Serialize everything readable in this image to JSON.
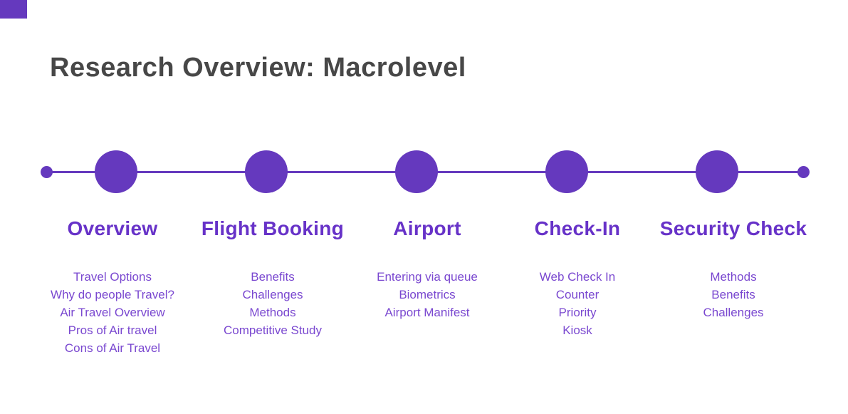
{
  "slide": {
    "title": "Research Overview: Macrolevel"
  },
  "colors": {
    "background": "#FFFFFF",
    "accent_purple": "#6539BE",
    "heading_purple": "#6732C8",
    "item_purple": "#7A48D0",
    "title_gray": "#474747"
  },
  "timeline": {
    "stages": [
      {
        "label": "Overview",
        "items": [
          "Travel Options",
          "Why do people Travel?",
          "Air Travel Overview",
          "Pros of Air travel",
          "Cons of Air Travel"
        ]
      },
      {
        "label": "Flight Booking",
        "items": [
          "Benefits",
          "Challenges",
          "Methods",
          "Competitive Study"
        ]
      },
      {
        "label": "Airport",
        "items": [
          "Entering via queue",
          "Biometrics",
          "Airport Manifest"
        ]
      },
      {
        "label": "Check-In",
        "items": [
          "Web Check In",
          "Counter",
          "Priority",
          "Kiosk"
        ]
      },
      {
        "label": "Security Check",
        "items": [
          "Methods",
          "Benefits",
          "Challenges"
        ]
      }
    ]
  }
}
